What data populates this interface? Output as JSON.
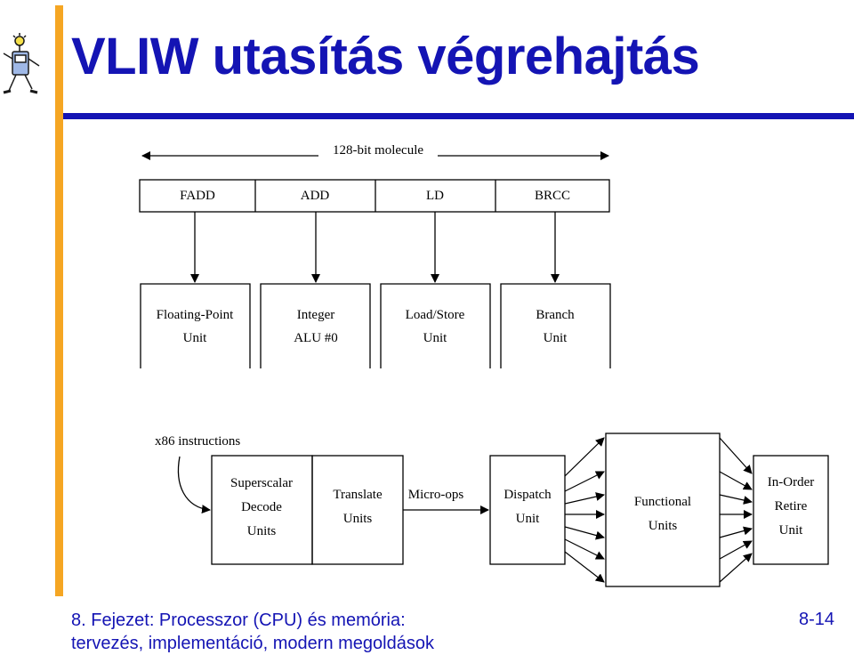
{
  "slide": {
    "title": "VLIW utasítás végrehajtás",
    "footer_line1": "8. Fejezet: Processzor (CPU) és memória:",
    "footer_line2": "tervezés, implementáció, modern megoldások",
    "page_number": "8-14"
  },
  "colors": {
    "title": "#1414b4",
    "accent_bar": "#f5a623",
    "rule": "#1414b4"
  },
  "diagram": {
    "molecule_label": "128-bit molecule",
    "slots": [
      "FADD",
      "ADD",
      "LD",
      "BRCC"
    ],
    "units": [
      [
        "Floating-Point",
        "Unit"
      ],
      [
        "Integer",
        "ALU #0"
      ],
      [
        "Load/Store",
        "Unit"
      ],
      [
        "Branch",
        "Unit"
      ]
    ],
    "x86_label": "x86 instructions",
    "decode": [
      "Superscalar",
      "Decode",
      "Units"
    ],
    "translate": [
      "Translate",
      "Units"
    ],
    "microops": "Micro-ops",
    "dispatch": [
      "Dispatch",
      "Unit"
    ],
    "functional": [
      "Functional",
      "Units"
    ],
    "retire": [
      "In-Order",
      "Retire",
      "Unit"
    ]
  }
}
